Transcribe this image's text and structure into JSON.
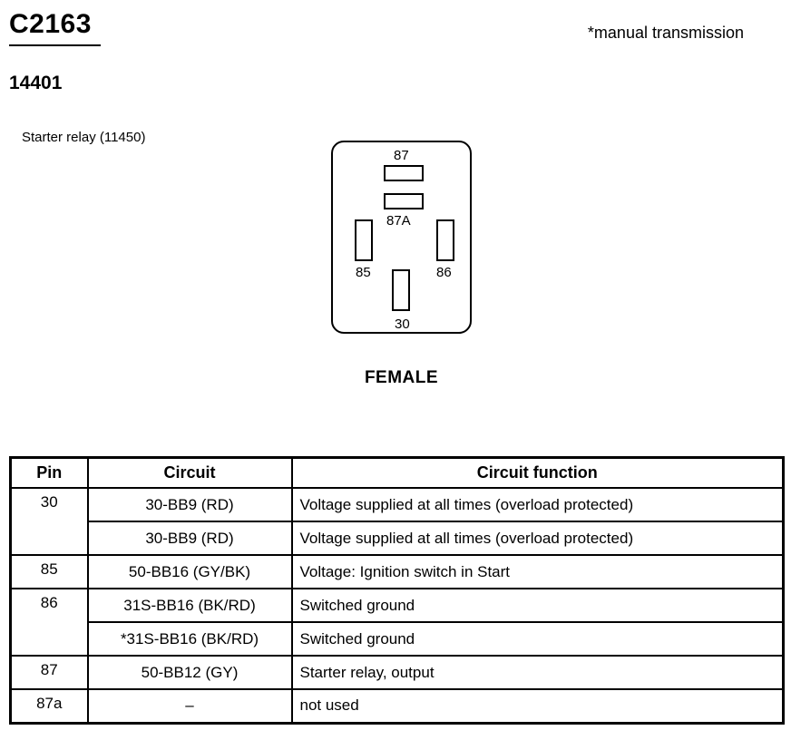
{
  "header": {
    "connector_id": "C2163",
    "note": "*manual transmission",
    "part_number": "14401",
    "component": "Starter relay (11450)"
  },
  "connector": {
    "caption": "FEMALE",
    "pins": {
      "p87": "87",
      "p87a": "87A",
      "p85": "85",
      "p86": "86",
      "p30": "30"
    }
  },
  "table": {
    "headers": [
      "Pin",
      "Circuit",
      "Circuit function"
    ],
    "rows": [
      {
        "pin": "30",
        "circuit": "30-BB9 (RD)",
        "function": "Voltage supplied at all times (overload protected)"
      },
      {
        "pin": "",
        "circuit": "30-BB9 (RD)",
        "function": "Voltage supplied at all times (overload protected)"
      },
      {
        "pin": "85",
        "circuit": "50-BB16 (GY/BK)",
        "function": "Voltage: Ignition switch in Start"
      },
      {
        "pin": "86",
        "circuit": "31S-BB16 (BK/RD)",
        "function": "Switched ground"
      },
      {
        "pin": "",
        "circuit": "*31S-BB16 (BK/RD)",
        "function": "Switched ground"
      },
      {
        "pin": "87",
        "circuit": "50-BB12 (GY)",
        "function": "Starter relay, output"
      },
      {
        "pin": "87a",
        "circuit": "–",
        "function": "not used"
      }
    ]
  }
}
